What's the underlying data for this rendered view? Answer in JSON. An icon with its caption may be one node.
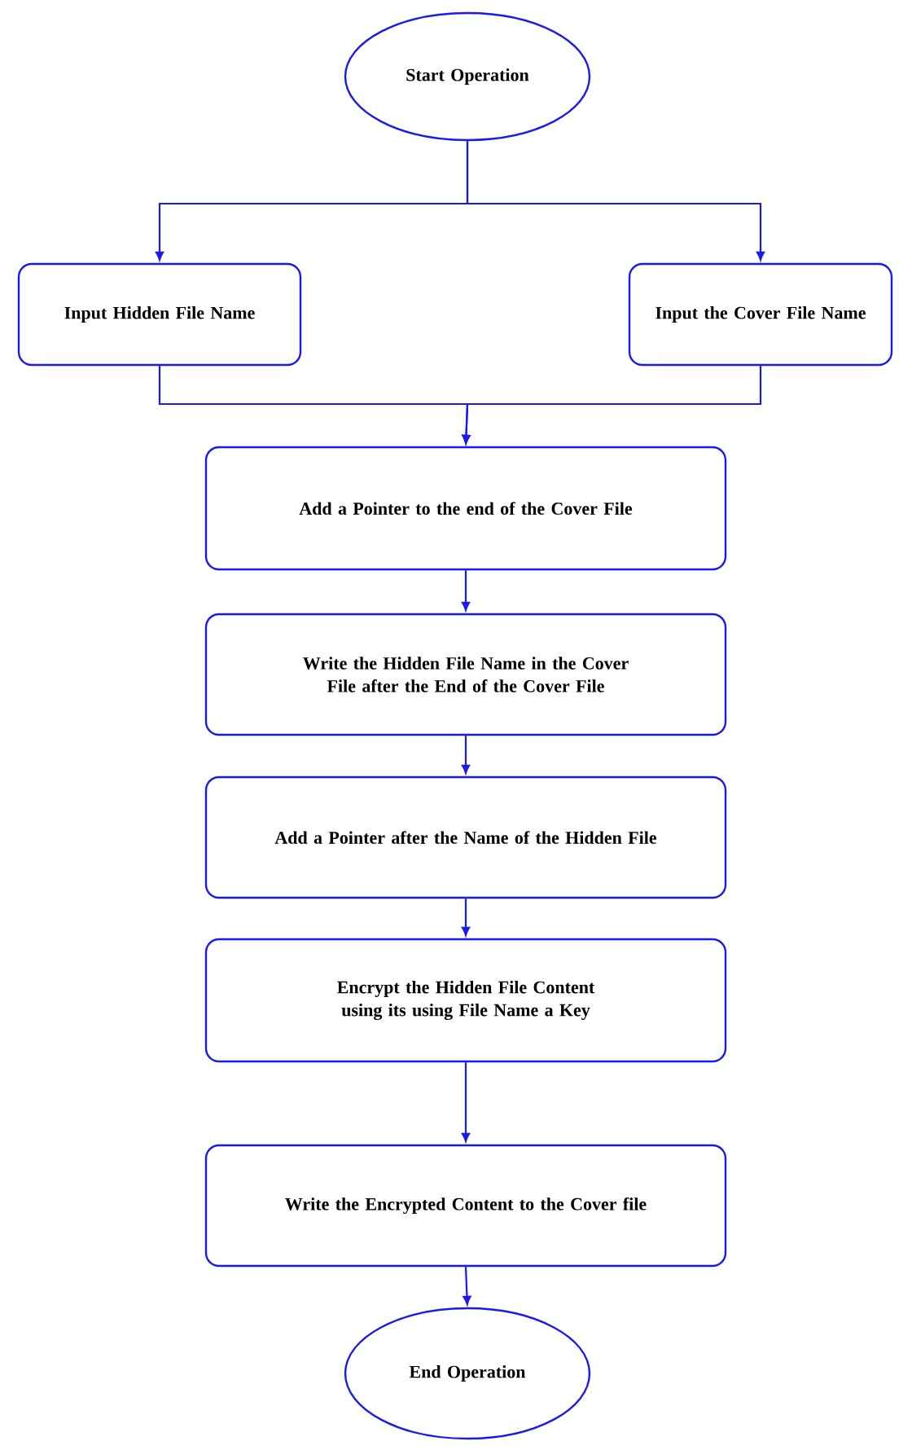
{
  "diagram": {
    "nodes": [
      {
        "text": [
          "Start Operation"
        ]
      },
      {
        "text": [
          "Input Hidden File Name"
        ]
      },
      {
        "text": [
          "Input the Cover File Name"
        ]
      },
      {
        "text": [
          "Add a Pointer to the end of the Cover File"
        ]
      },
      {
        "text": [
          "Write the Hidden File Name in the Cover File after the End of the Cover File"
        ]
      },
      {
        "text": [
          "Add a Pointer after the Name of the Hidden File"
        ]
      },
      {
        "text": [
          "Encrypt the Hidden File Content using its using File Name a Key"
        ]
      },
      {
        "text": [
          "Write the Encrypted Content to the Cover file"
        ]
      },
      {
        "text": [
          "End Operation"
        ]
      }
    ],
    "edges": [
      {
        "from": 0,
        "to": 1,
        "arrow": "to"
      },
      {
        "from": 0,
        "to": 2,
        "arrow": "to"
      },
      {
        "from": 1,
        "to": 3,
        "arrow": "to"
      },
      {
        "from": 2,
        "to": 3,
        "arrow": "to"
      },
      {
        "from": 3,
        "to": 4,
        "arrow": "to"
      },
      {
        "from": 4,
        "to": 5,
        "arrow": "to"
      },
      {
        "from": 5,
        "to": 6,
        "arrow": "to"
      },
      {
        "from": 6,
        "to": 7,
        "arrow": "to"
      },
      {
        "from": 7,
        "to": 8,
        "arrow": "to"
      }
    ]
  }
}
